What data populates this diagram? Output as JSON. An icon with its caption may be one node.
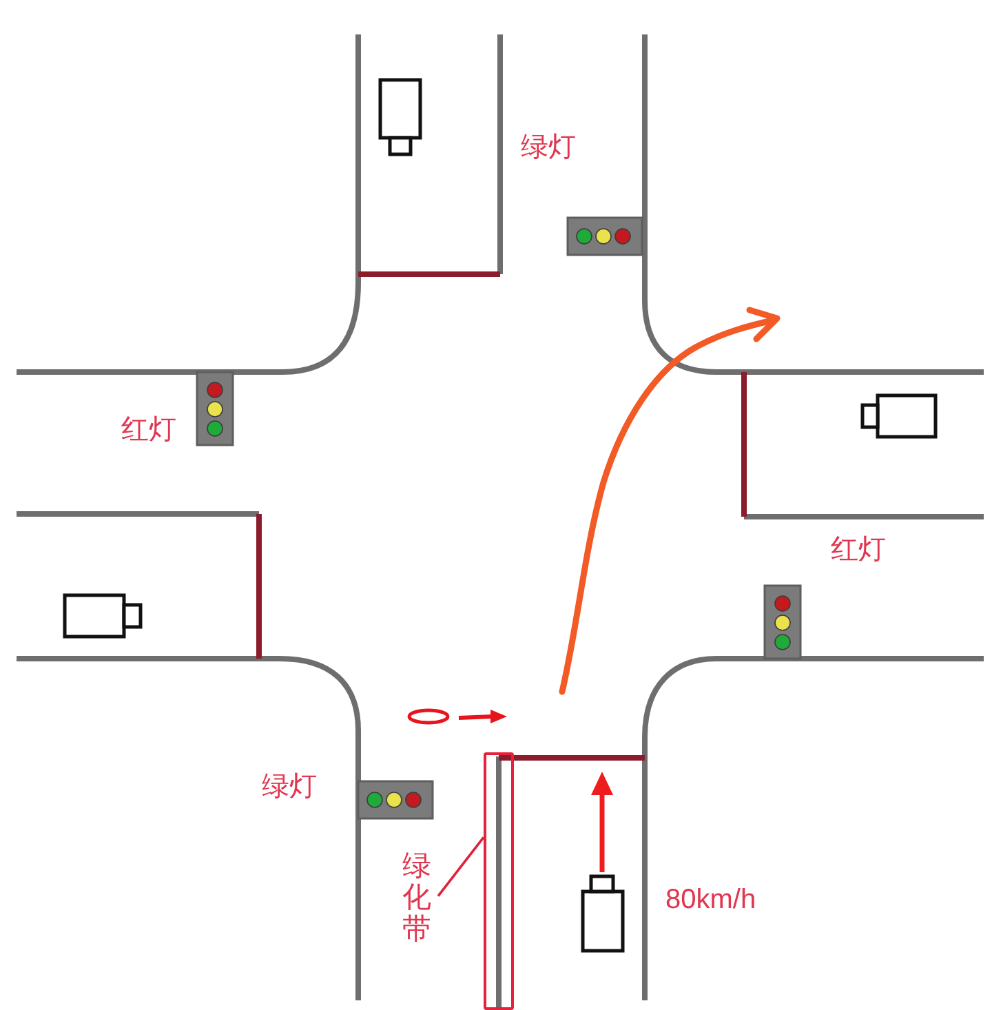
{
  "diagram": {
    "nodes": [
      {
        "text": [
          "绿化带"
        ]
      },
      {
        "text": [],
        "shape": "box"
      }
    ],
    "edges": [
      {
        "from": 0,
        "to": 1,
        "arrow": "none"
      }
    ],
    "labels": [
      "绿灯",
      "红灯",
      "红灯",
      "绿灯",
      "80km/h"
    ]
  }
}
